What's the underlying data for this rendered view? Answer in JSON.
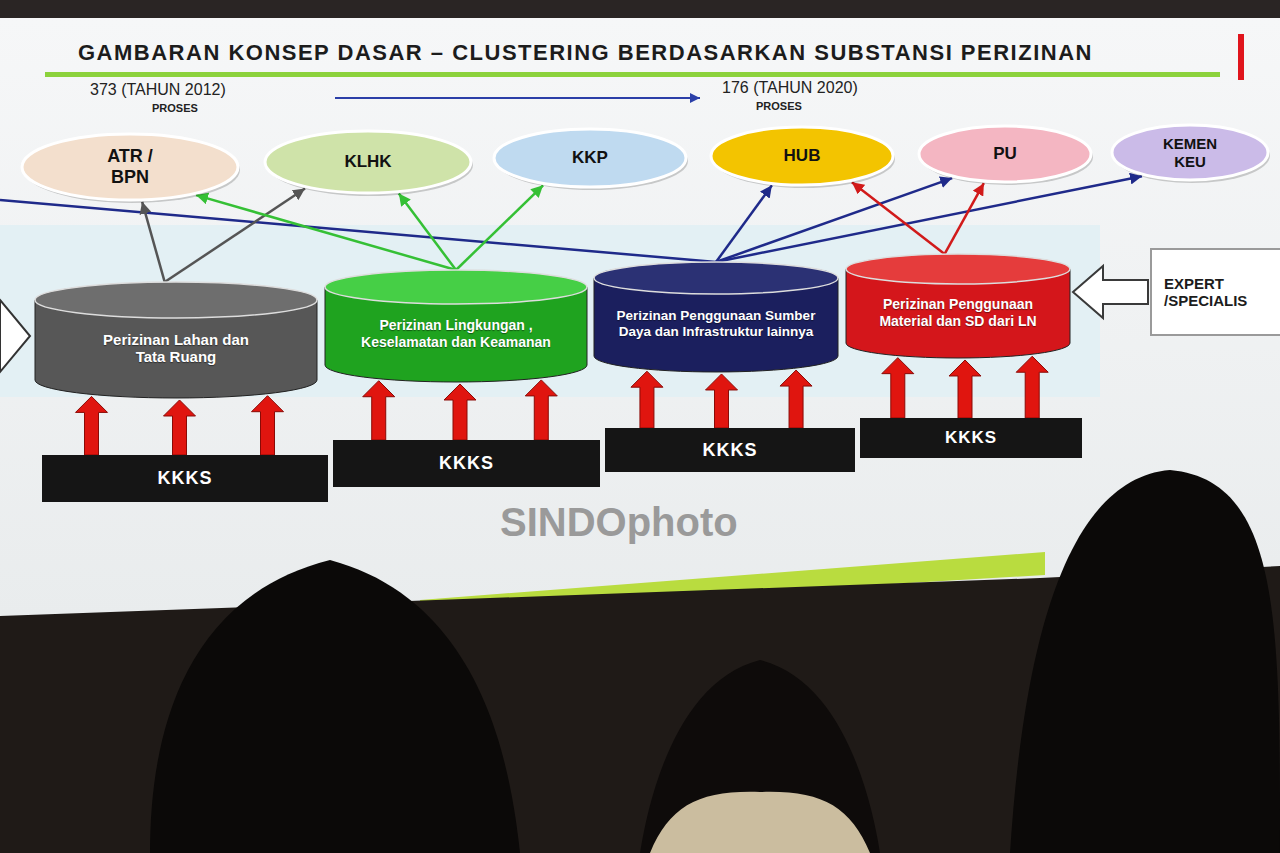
{
  "diagram": {
    "title": "GAMBARAN KONSEP DASAR – CLUSTERING BERDASARKAN SUBSTANSI PERIZINAN",
    "nodes": [
      {
        "text": [
          "ATR / BPN"
        ]
      },
      {
        "text": [
          "KLHK"
        ]
      },
      {
        "text": [
          "KKP"
        ]
      },
      {
        "text": [
          "HUB"
        ]
      },
      {
        "text": [
          "PU"
        ]
      },
      {
        "text": [
          "KEMEN KEU"
        ]
      },
      {
        "text": [
          "Perizinan Lahan dan Tata Ruang"
        ]
      },
      {
        "text": [
          "Perizinan Lingkungan , Keselamatan dan Keamanan"
        ]
      },
      {
        "text": [
          "Perizinan Penggunaan Sumber Daya dan Infrastruktur lainnya"
        ]
      },
      {
        "text": [
          "Perizinan Penggunaan Material dan SD dari LN"
        ]
      },
      {
        "text": [
          "EXPERT /SPECIALIS"
        ]
      },
      {
        "text": [
          "KKKS"
        ]
      },
      {
        "text": [
          "KKKS"
        ]
      },
      {
        "text": [
          "KKKS"
        ]
      },
      {
        "text": [
          "KKKS"
        ]
      }
    ],
    "edges": [
      {
        "from": 6,
        "to": 0,
        "arrow": "to"
      },
      {
        "from": 6,
        "to": 1,
        "arrow": "to"
      },
      {
        "from": 7,
        "to": 0,
        "arrow": "to"
      },
      {
        "from": 7,
        "to": 1,
        "arrow": "to"
      },
      {
        "from": 7,
        "to": 2,
        "arrow": "to"
      },
      {
        "from": 8,
        "to": 3,
        "arrow": "to"
      },
      {
        "from": 8,
        "to": 4,
        "arrow": "to"
      },
      {
        "from": 8,
        "to": 5,
        "arrow": "to"
      },
      {
        "from": 9,
        "to": 3,
        "arrow": "to"
      },
      {
        "from": 9,
        "to": 4,
        "arrow": "to"
      },
      {
        "from": 10,
        "to": 9,
        "arrow": "to"
      },
      {
        "from": 11,
        "to": 6,
        "arrow": "to"
      },
      {
        "from": 12,
        "to": 7,
        "arrow": "to"
      },
      {
        "from": 13,
        "to": 8,
        "arrow": "to"
      },
      {
        "from": 14,
        "to": 9,
        "arrow": "to"
      }
    ],
    "labels": [
      "373 (TAHUN 2012)",
      "PROSES",
      "176 (TAHUN 2020)",
      "PROSES",
      "SINDOphoto"
    ]
  }
}
